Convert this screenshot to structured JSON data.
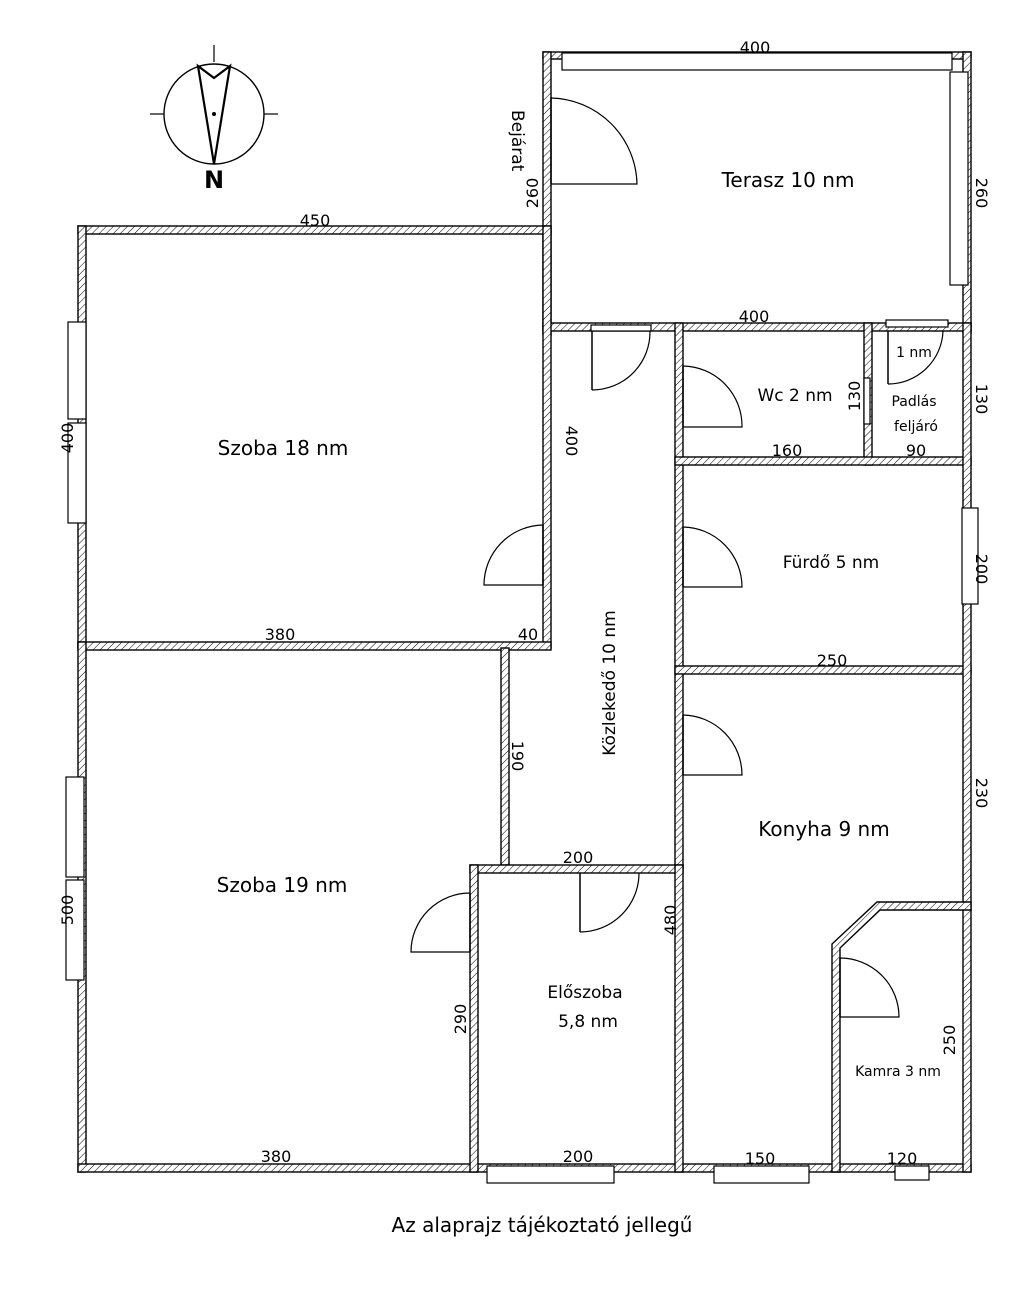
{
  "rooms": {
    "terrace": "Terasz 10 nm",
    "room18": "Szoba 18 nm",
    "room19": "Szoba 19 nm",
    "wc": "Wc 2 nm",
    "attic_area": "1 nm",
    "attic_line1": "Padlás",
    "attic_line2": "feljáró",
    "bath": "Fürdő 5 nm",
    "corridor": "Közlekedő 10 nm",
    "kitchen": "Konyha 9 nm",
    "hall_line1": "Előszoba",
    "hall_line2": "5,8 nm",
    "pantry": "Kamra 3 nm"
  },
  "entrance": "Bejárat",
  "compass_label": "N",
  "caption": "Az alaprajz tájékoztató jellegű",
  "dimensions": {
    "terrace_top": "400",
    "terrace_left": "260",
    "terrace_right": "260",
    "room18_top": "450",
    "room18_left": "400",
    "room18_right": "400",
    "room18_bottom": "380",
    "stub": "40",
    "wc_top": "400",
    "wc_height": "130",
    "wc_width": "160",
    "attic_width": "90",
    "attic_height": "130",
    "bath_right": "200",
    "bath_bottom": "250",
    "corridor_lower": "190",
    "hall_top": "200",
    "kitchen_height": "480",
    "kitchen_right": "230",
    "room19_left": "500",
    "room19_hall": "290",
    "pantry_right": "250",
    "bottom_room19": "380",
    "bottom_hall": "200",
    "bottom_kitchen": "150",
    "bottom_pantry": "120"
  }
}
